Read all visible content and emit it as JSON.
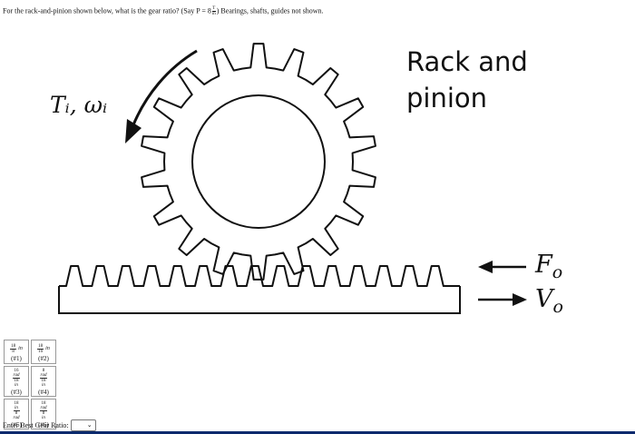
{
  "question": {
    "prefix": "For the rack-and-pinion shown below, what is the gear ratio? (Say P = 8",
    "p_frac_num": "T",
    "p_frac_den": "in",
    "suffix": ") Bearings, shafts, guides not shown."
  },
  "figure": {
    "title_line1": "Rack and",
    "title_line2": "pinion",
    "input_label": "Tᵢ, ωᵢ",
    "force_label": "F",
    "force_sub": "o",
    "velocity_label": "V",
    "velocity_sub": "o"
  },
  "choices": [
    {
      "num": "18",
      "den": "8",
      "unit_num": "in",
      "unit_den": "",
      "tag": "(#1)"
    },
    {
      "num": "18",
      "den": "16",
      "unit_num": "in",
      "unit_den": "",
      "tag": "(#2)"
    },
    {
      "num": "16",
      "den": "18",
      "unit_num": "rad",
      "unit_den": "in",
      "tag": "(#3)"
    },
    {
      "num": "8",
      "den": "18",
      "unit_num": "rad",
      "unit_den": "in",
      "tag": "(#4)"
    },
    {
      "num": "18",
      "den": "8",
      "unit_num": "in",
      "unit_den": "rad",
      "tag": "(#5)"
    },
    {
      "num": "18",
      "den": "8",
      "unit_num": "rad",
      "unit_den": "in",
      "tag": "(#6)"
    }
  ],
  "answer": {
    "label": "Enter Best Gear Ratio:",
    "selected": "",
    "chevron_icon": "chevron-down-icon"
  },
  "colors": {
    "ink": "#111111",
    "bottom_rule": "#0b2a6d"
  }
}
